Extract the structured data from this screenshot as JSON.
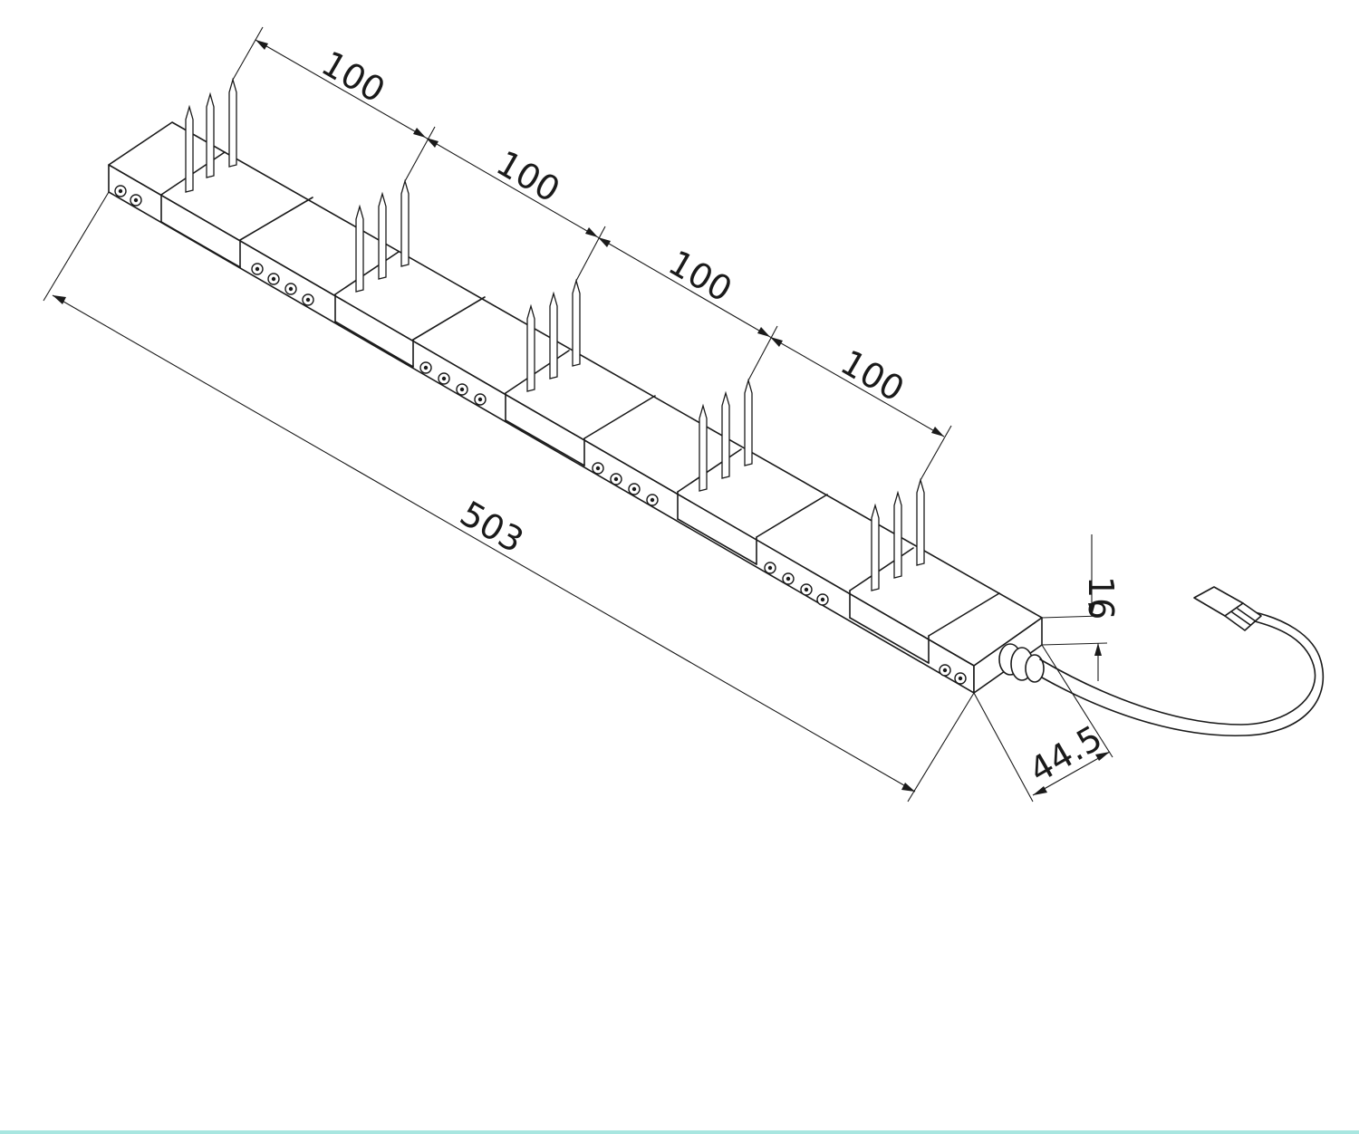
{
  "dimensions": {
    "pitch_labels": [
      "100",
      "100",
      "100",
      "100"
    ],
    "total_length": "503",
    "width": "44.5",
    "height": "16"
  },
  "colors": {
    "line": "#1a1a1a",
    "background": "#ffffff",
    "bottom_strip": "#a8e6e0"
  }
}
